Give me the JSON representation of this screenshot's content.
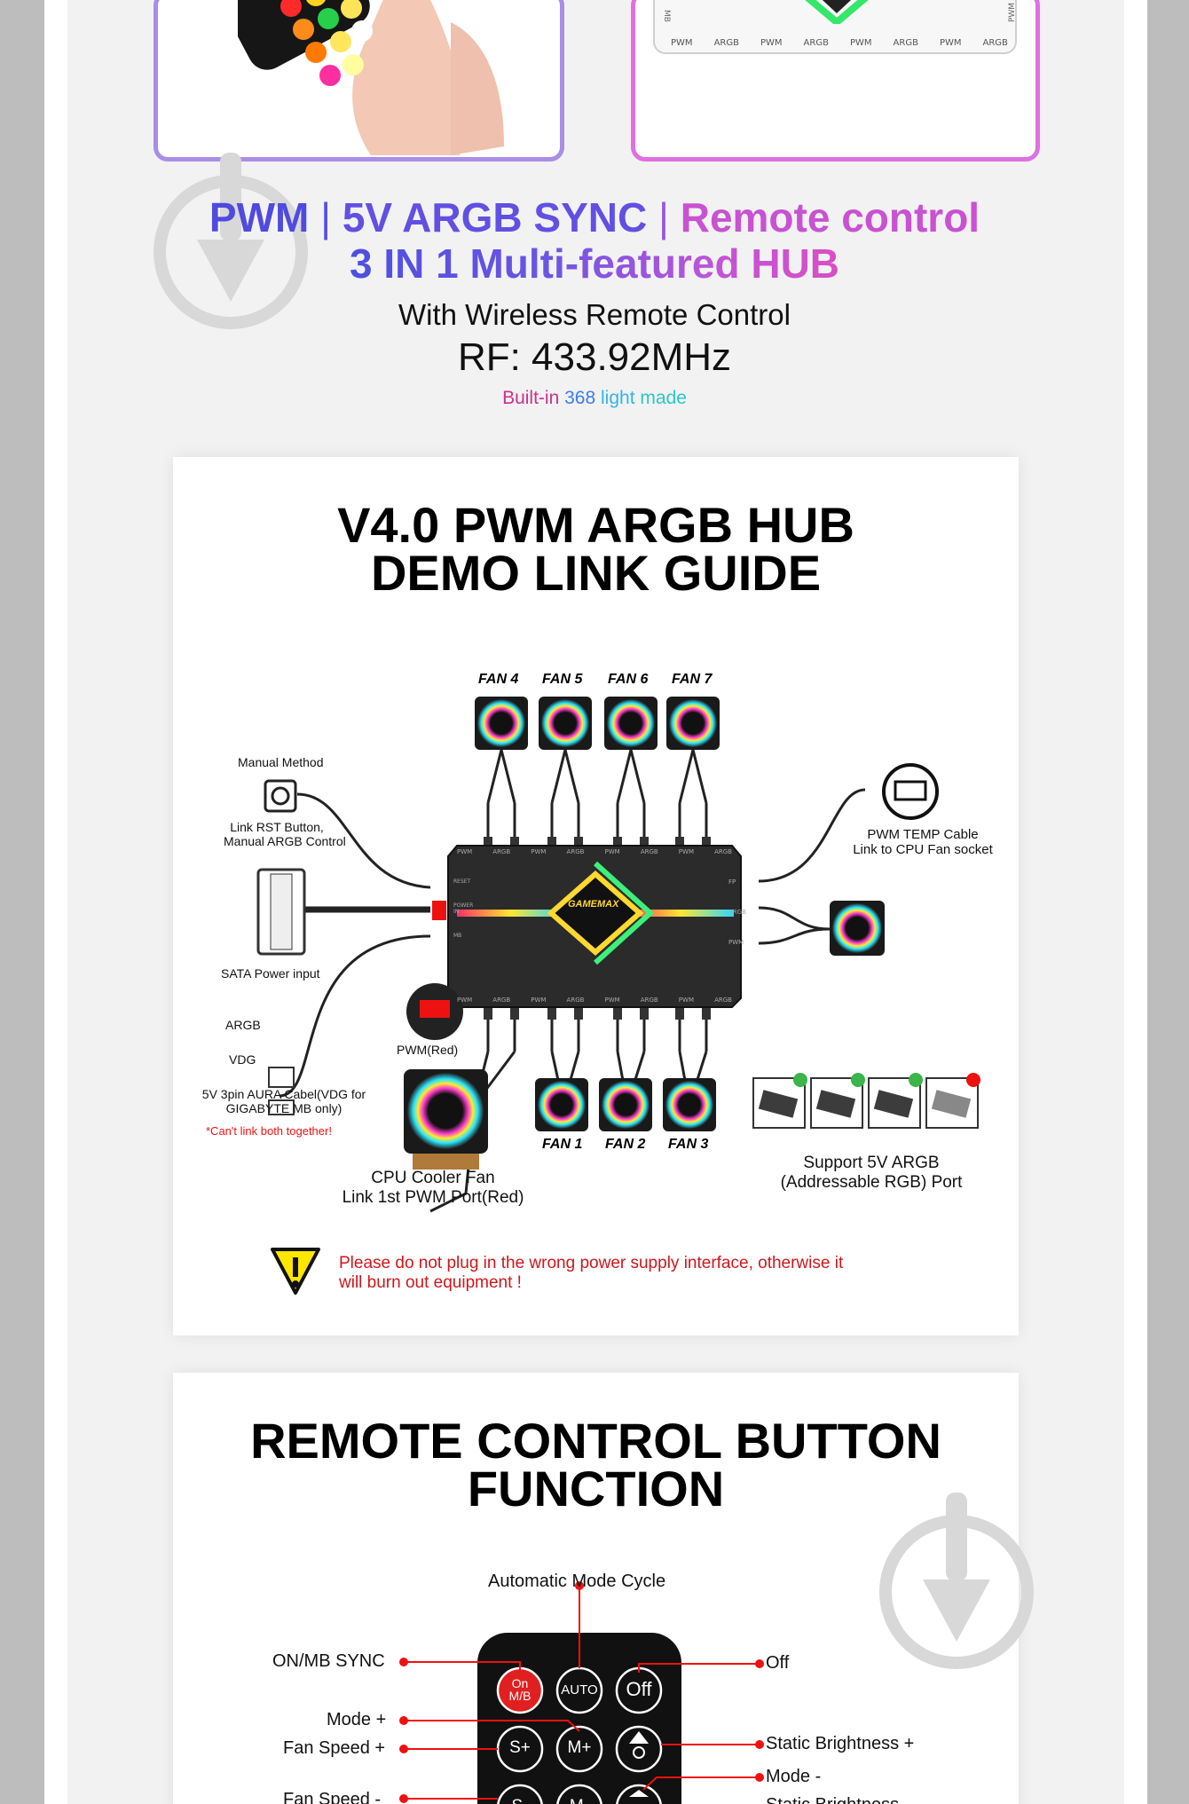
{
  "hero": {
    "line1": {
      "pwm": "PWM",
      "sep1": "|",
      "argb": "5V ARGB SYNC",
      "sep2": "|",
      "remote": "Remote control"
    },
    "line2": "3 IN 1 Multi-featured HUB",
    "wireless": "With Wireless Remote Control",
    "rf": "RF: 433.92MHz",
    "built": {
      "a": "Built-in",
      "b": "368",
      "c": "light",
      "d": "made"
    }
  },
  "top_images": {
    "hub_ports": [
      "PWM",
      "ARGB",
      "PWM",
      "ARGB",
      "PWM",
      "ARGB",
      "PWM",
      "ARGB"
    ],
    "side_left": "MB",
    "side_right": "PWM"
  },
  "guide": {
    "title_line1": "V4.0 PWM ARGB HUB",
    "title_line2": "DEMO LINK GUIDE",
    "fans_top": [
      "FAN 4",
      "FAN 5",
      "FAN 6",
      "FAN 7"
    ],
    "fans_bottom": [
      "FAN 1",
      "FAN 2",
      "FAN 3"
    ],
    "manual_method": "Manual Method",
    "rst_line1": "Link RST Button,",
    "rst_line2": "Manual ARGB Control",
    "sata": "SATA Power input",
    "argb": "ARGB",
    "vdg": "VDG",
    "aura_line1": "5V 3pin AURA Cabel(VDG for",
    "aura_line2": "GIGABYTE MB only)",
    "cant_link": "*Can't link both together!",
    "pwm_red": "PWM(Red)",
    "pwm_temp_line1": "PWM TEMP Cable",
    "pwm_temp_line2": "Link to CPU Fan socket",
    "cpu_line1": "CPU Cooler Fan",
    "cpu_line2": "Link 1st PWM Port(Red)",
    "support_line1": "Support 5V ARGB",
    "support_line2": "(Addressable RGB) Port",
    "hub_brand": "GAMEMAX",
    "hub_top_ports": [
      "PWM",
      "ARGB",
      "PWM",
      "ARGB",
      "PWM",
      "ARGB",
      "PWM",
      "ARGB"
    ],
    "hub_bottom_ports": [
      "PWM",
      "ARGB",
      "PWM",
      "ARGB",
      "PWM",
      "ARGB",
      "PWM",
      "ARGB"
    ],
    "hub_right": [
      "FP",
      "ARGB",
      "PWM"
    ],
    "hub_left": [
      "RESET",
      "POWER IN",
      "MB"
    ],
    "warning_line1": "Please do not plug in the wrong power supply interface, otherwise it",
    "warning_line2": "will burn out equipment !",
    "warning_color": "#d0161b"
  },
  "remote": {
    "title_line1": "REMOTE CONTROL BUTTON",
    "title_line2": "FUNCTION",
    "auto_cycle": "Automatic Mode Cycle",
    "on_mb_sync": "ON/MB SYNC",
    "off": "Off",
    "mode_plus": "Mode +",
    "fan_speed_plus": "Fan Speed +",
    "static_brightness_plus": "Static Brightness +",
    "mode_minus": "Mode -",
    "fan_speed_minus": "Fan Speed -",
    "static_brightness_minus": "Static Brightness -",
    "buttons_row1": [
      "On\nM/B",
      "AUTO",
      "Off"
    ],
    "buttons_row2": [
      "S+",
      "M+",
      ""
    ],
    "buttons_row3": [
      "S-",
      "M-",
      ""
    ],
    "line_color": "#e11111"
  }
}
